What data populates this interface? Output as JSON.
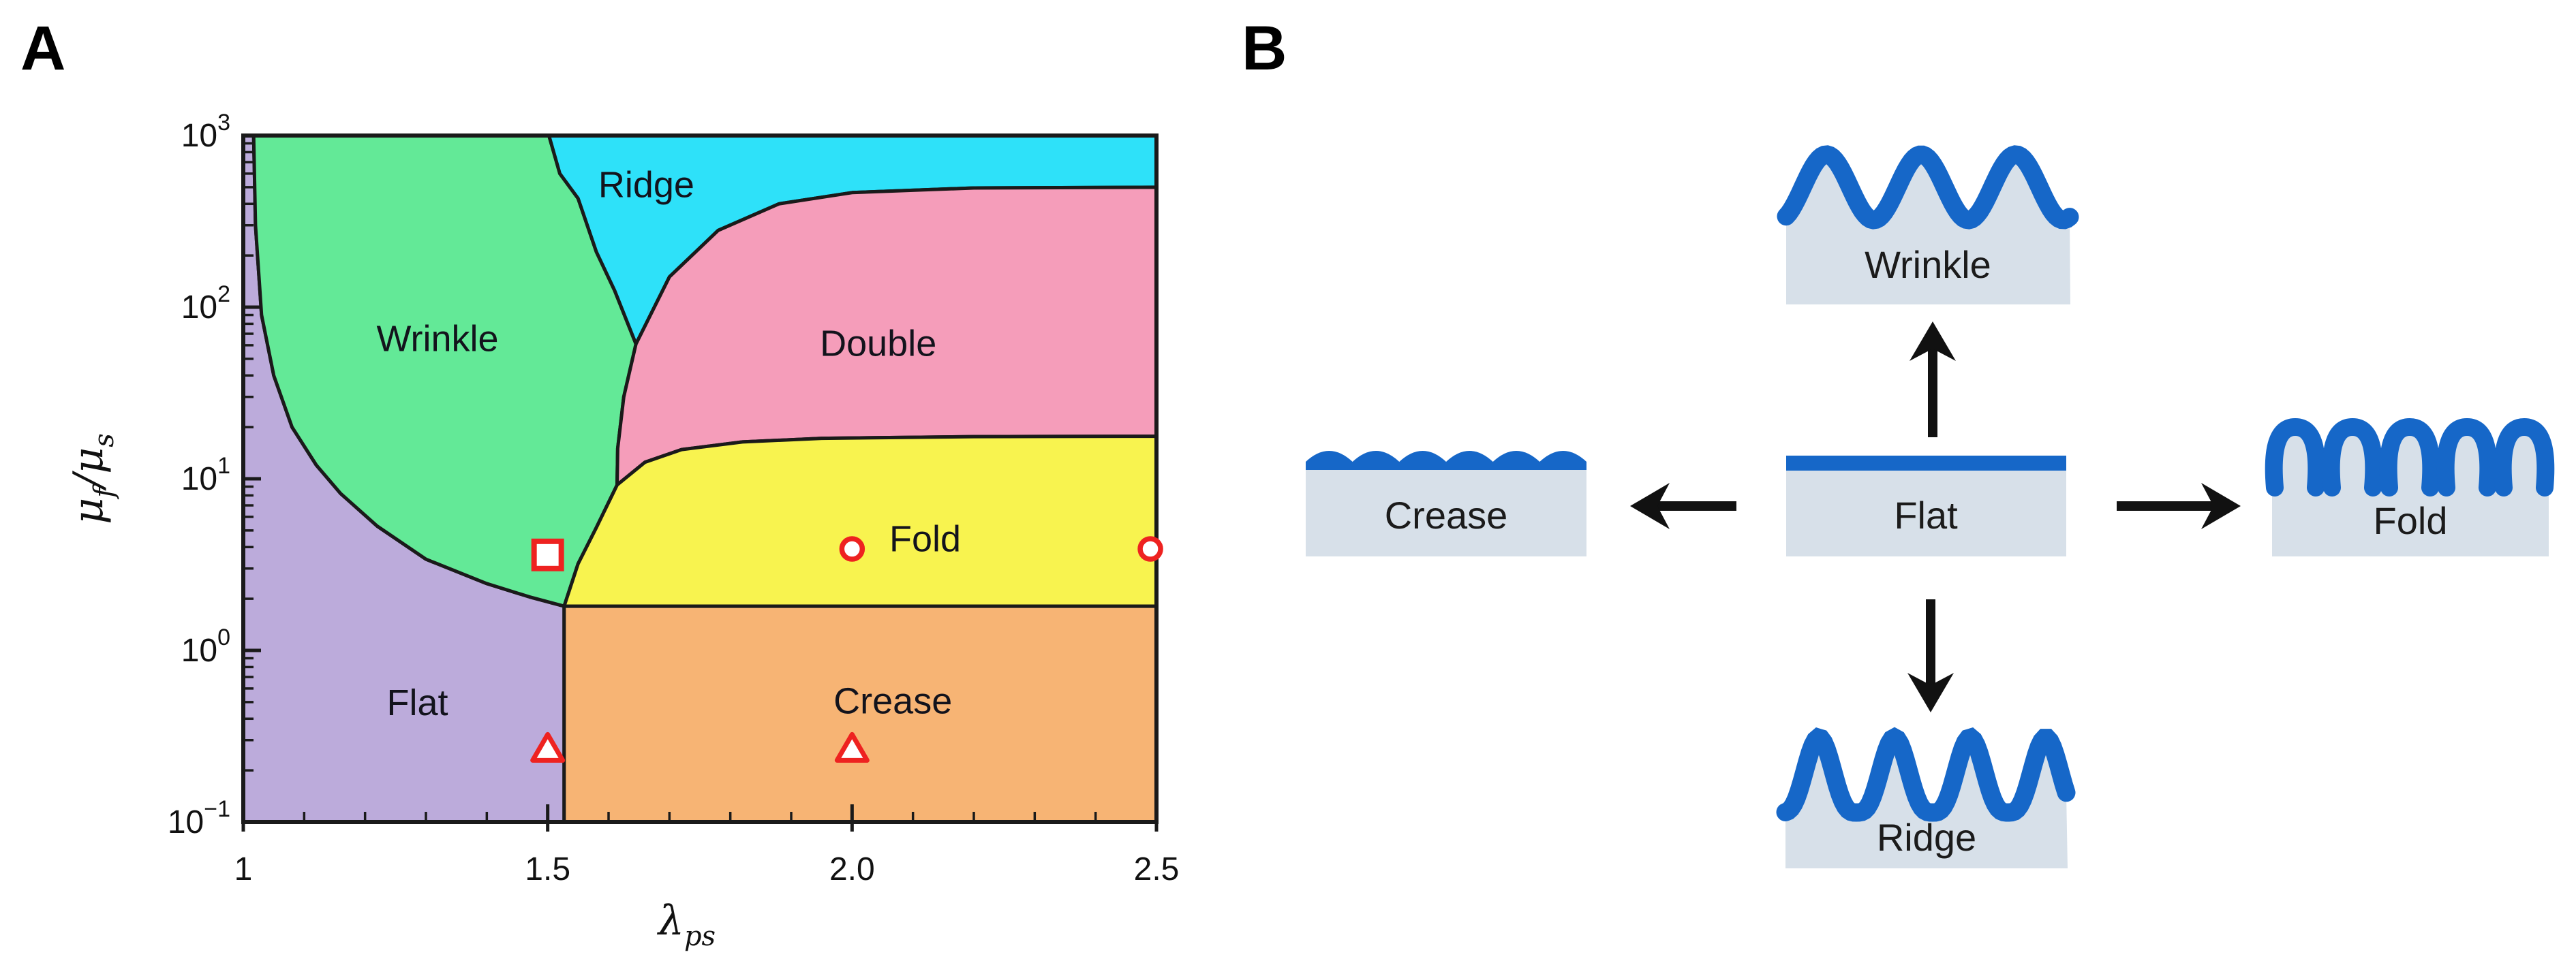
{
  "panels": {
    "a_label": "A",
    "b_label": "B"
  },
  "chart_data": {
    "type": "area",
    "variant": "phase-diagram",
    "title": "",
    "xlabel": {
      "symbol": "λ",
      "subscript": "ps"
    },
    "ylabel": {
      "numerator_symbol": "μ",
      "numerator_sub": "f",
      "slash": "/",
      "denominator_symbol": "μ",
      "denominator_sub": "s"
    },
    "x_axis": {
      "min": 1,
      "max": 2.5,
      "minor_step": 0.1,
      "ticks": [
        {
          "value": 1,
          "label": "1"
        },
        {
          "value": 1.5,
          "label": "1.5"
        },
        {
          "value": 2.0,
          "label": "2.0"
        },
        {
          "value": 2.5,
          "label": "2.5"
        }
      ]
    },
    "y_axis": {
      "scale": "log",
      "min": 0.1,
      "max": 1000,
      "base_label": "10",
      "ticks": [
        {
          "value": 1000,
          "exp": "3"
        },
        {
          "value": 100,
          "exp": "2"
        },
        {
          "value": 10,
          "exp": "1"
        },
        {
          "value": 1,
          "exp": "0"
        },
        {
          "value": 0.1,
          "exp": "−1"
        }
      ]
    },
    "grid": false,
    "frame_color": "#1a1a1a",
    "point_color": "#ee2220",
    "regions": [
      {
        "name": "flat",
        "label": "Flat",
        "color": "#bcabdb",
        "label_at": [
          1.286,
          0.5
        ],
        "polygon": [
          [
            1,
            1000
          ],
          [
            1.017,
            1000
          ],
          [
            1.02,
            300
          ],
          [
            1.03,
            90
          ],
          [
            1.05,
            40
          ],
          [
            1.08,
            20
          ],
          [
            1.12,
            12
          ],
          [
            1.16,
            8.2
          ],
          [
            1.22,
            5.3
          ],
          [
            1.3,
            3.4
          ],
          [
            1.4,
            2.45
          ],
          [
            1.47,
            2.05
          ],
          [
            1.527,
            1.81
          ],
          [
            1.527,
            0.1
          ],
          [
            1,
            0.1
          ]
        ]
      },
      {
        "name": "wrinkle",
        "label": "Wrinkle",
        "color": "#63e997",
        "label_at": [
          1.319,
          66
        ],
        "polygon": [
          [
            1.017,
            1000
          ],
          [
            1.502,
            1000
          ],
          [
            1.52,
            600
          ],
          [
            1.55,
            430
          ],
          [
            1.58,
            210
          ],
          [
            1.61,
            125
          ],
          [
            1.645,
            61
          ],
          [
            1.625,
            30
          ],
          [
            1.615,
            15
          ],
          [
            1.614,
            9.2
          ],
          [
            1.58,
            5.2
          ],
          [
            1.55,
            3.2
          ],
          [
            1.527,
            1.81
          ],
          [
            1.47,
            2.05
          ],
          [
            1.4,
            2.45
          ],
          [
            1.3,
            3.4
          ],
          [
            1.22,
            5.3
          ],
          [
            1.16,
            8.2
          ],
          [
            1.12,
            12
          ],
          [
            1.08,
            20
          ],
          [
            1.05,
            40
          ],
          [
            1.03,
            90
          ],
          [
            1.02,
            300
          ]
        ]
      },
      {
        "name": "ridge",
        "label": "Ridge",
        "color": "#2ee1f9",
        "label_at": [
          1.662,
          520
        ],
        "polygon": [
          [
            1.502,
            1000
          ],
          [
            2.5,
            1000
          ],
          [
            2.5,
            500
          ],
          [
            2.2,
            495
          ],
          [
            2.0,
            465
          ],
          [
            1.88,
            400
          ],
          [
            1.78,
            280
          ],
          [
            1.7,
            150
          ],
          [
            1.645,
            61
          ],
          [
            1.61,
            125
          ],
          [
            1.58,
            210
          ],
          [
            1.55,
            430
          ],
          [
            1.52,
            600
          ]
        ]
      },
      {
        "name": "double",
        "label": "Double",
        "color": "#f59dba",
        "label_at": [
          2.043,
          62
        ],
        "polygon": [
          [
            1.645,
            61
          ],
          [
            1.7,
            150
          ],
          [
            1.78,
            280
          ],
          [
            1.88,
            400
          ],
          [
            2.0,
            465
          ],
          [
            2.2,
            495
          ],
          [
            2.5,
            500
          ],
          [
            2.5,
            17.7
          ],
          [
            2.2,
            17.6
          ],
          [
            1.95,
            17.2
          ],
          [
            1.82,
            16.4
          ],
          [
            1.72,
            14.8
          ],
          [
            1.66,
            12.5
          ],
          [
            1.614,
            9.2
          ],
          [
            1.615,
            15
          ],
          [
            1.625,
            30
          ]
        ]
      },
      {
        "name": "fold",
        "label": "Fold",
        "color": "#f8f34f",
        "label_at": [
          2.12,
          4.5
        ],
        "polygon": [
          [
            1.614,
            9.2
          ],
          [
            1.66,
            12.5
          ],
          [
            1.72,
            14.8
          ],
          [
            1.82,
            16.4
          ],
          [
            1.95,
            17.2
          ],
          [
            2.2,
            17.6
          ],
          [
            2.5,
            17.7
          ],
          [
            2.5,
            1.81
          ],
          [
            1.527,
            1.81
          ],
          [
            1.55,
            3.2
          ],
          [
            1.58,
            5.2
          ]
        ]
      },
      {
        "name": "crease",
        "label": "Crease",
        "color": "#f7b474",
        "label_at": [
          2.067,
          0.51
        ],
        "polygon": [
          [
            1.527,
            1.81
          ],
          [
            2.5,
            1.81
          ],
          [
            2.5,
            0.1
          ],
          [
            1.527,
            0.1
          ]
        ]
      }
    ],
    "points": [
      {
        "marker": "square",
        "x": 1.5,
        "y": 3.6
      },
      {
        "marker": "circle",
        "x": 2.0,
        "y": 3.9
      },
      {
        "marker": "circle",
        "x": 2.49,
        "y": 3.9
      },
      {
        "marker": "triangle",
        "x": 1.5,
        "y": 0.26
      },
      {
        "marker": "triangle",
        "x": 2.0,
        "y": 0.26
      }
    ]
  },
  "panel_b": {
    "nodes": [
      {
        "id": "wrinkle",
        "label": "Wrinkle",
        "direction": "up"
      },
      {
        "id": "crease",
        "label": "Crease",
        "direction": "left"
      },
      {
        "id": "flat",
        "label": "Flat",
        "direction": "center"
      },
      {
        "id": "fold",
        "label": "Fold",
        "direction": "right"
      },
      {
        "id": "ridge",
        "label": "Ridge",
        "direction": "down"
      }
    ],
    "colors": {
      "substrate": "#d7e0e9",
      "film": "#1667c8",
      "arrow": "#111111",
      "label": "#1b1b1b"
    }
  }
}
